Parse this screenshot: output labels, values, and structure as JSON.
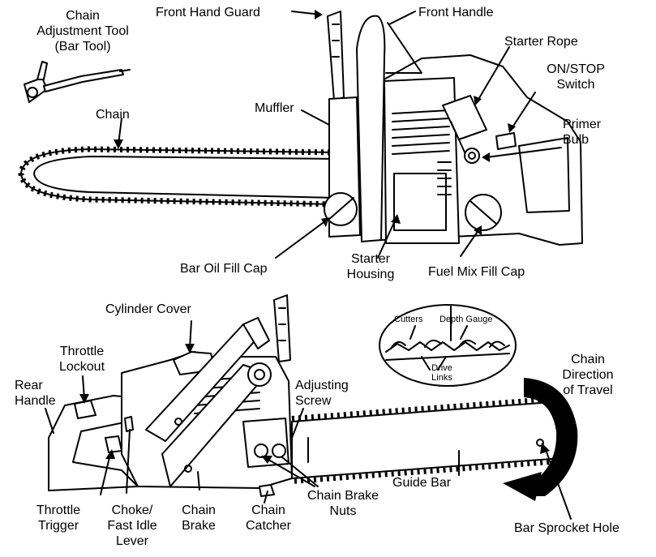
{
  "top_labels": {
    "front_hand_guard": "Front Hand Guard",
    "front_handle": "Front Handle",
    "chain_adjustment_tool": [
      "Chain",
      "Adjustment Tool",
      "(Bar Tool)"
    ],
    "starter_rope": "Starter Rope",
    "on_stop_switch": [
      "ON/STOP",
      "Switch"
    ],
    "chain": "Chain",
    "muffler": "Muffler",
    "primer_bulb": [
      "Primer",
      "Bulb"
    ],
    "bar_oil_fill_cap": "Bar Oil Fill Cap",
    "starter_housing": [
      "Starter",
      "Housing"
    ],
    "fuel_mix_fill_cap": "Fuel Mix Fill Cap"
  },
  "bottom_labels": {
    "cylinder_cover": "Cylinder Cover",
    "cutters": "Cutters",
    "depth_gauge": "Depth Gauge",
    "drive_links": [
      "Drive",
      "Links"
    ],
    "throttle_lockout": [
      "Throttle",
      "Lockout"
    ],
    "rear_handle": [
      "Rear",
      "Handle"
    ],
    "adjusting_screw": [
      "Adjusting",
      "Screw"
    ],
    "chain_direction": [
      "Chain",
      "Direction",
      "of Travel"
    ],
    "guide_bar": "Guide Bar",
    "throttle_trigger": [
      "Throttle",
      "Trigger"
    ],
    "choke_lever": [
      "Choke/",
      "Fast Idle",
      "Lever"
    ],
    "chain_brake": [
      "Chain",
      "Brake"
    ],
    "chain_catcher": [
      "Chain",
      "Catcher"
    ],
    "chain_brake_nuts": [
      "Chain Brake",
      "Nuts"
    ],
    "bar_sprocket_hole": "Bar Sprocket Hole"
  }
}
